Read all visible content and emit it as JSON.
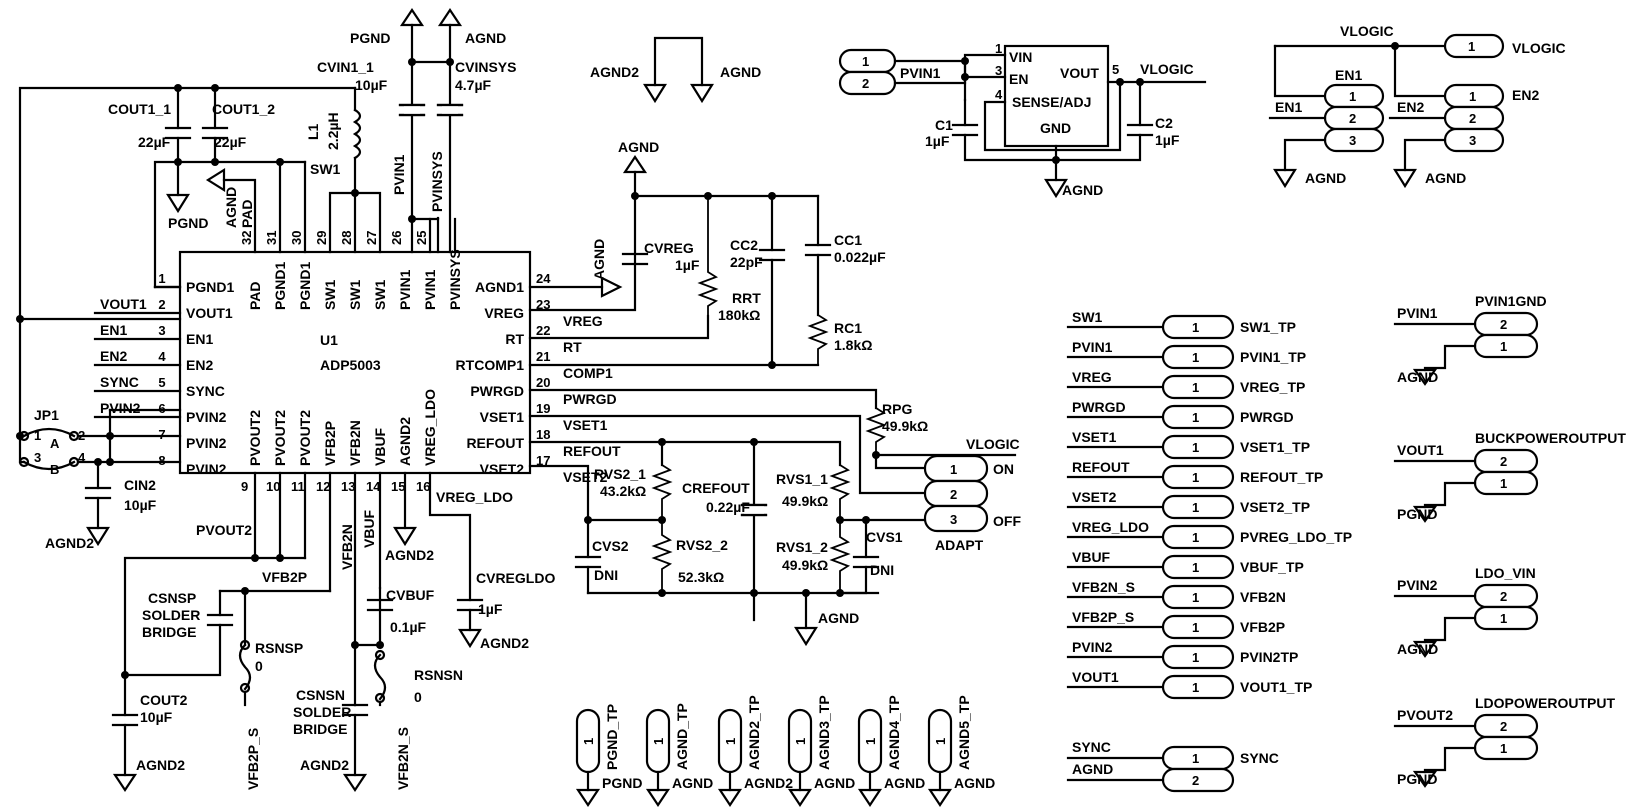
{
  "chip": {
    "ref": "U1",
    "part": "ADP5003",
    "left_pins": [
      {
        "num": "1",
        "name": "PGND1"
      },
      {
        "num": "2",
        "name": "VOUT1"
      },
      {
        "num": "3",
        "name": "EN1"
      },
      {
        "num": "4",
        "name": "EN2"
      },
      {
        "num": "5",
        "name": "SYNC"
      },
      {
        "num": "6",
        "name": "PVIN2"
      },
      {
        "num": "7",
        "name": "PVIN2"
      },
      {
        "num": "8",
        "name": "PVIN2"
      }
    ],
    "right_pins": [
      {
        "num": "24",
        "name": "AGND1",
        "net": ""
      },
      {
        "num": "23",
        "name": "VREG",
        "net": "VREG"
      },
      {
        "num": "22",
        "name": "RT",
        "net": "RT"
      },
      {
        "num": "21",
        "name": "RTCOMP1",
        "net": "COMP1"
      },
      {
        "num": "20",
        "name": "PWRGD",
        "net": "PWRGD"
      },
      {
        "num": "19",
        "name": "VSET1",
        "net": "VSET1"
      },
      {
        "num": "18",
        "name": "REFOUT",
        "net": "REFOUT"
      },
      {
        "num": "17",
        "name": "VSET2",
        "net": "VSET2"
      }
    ],
    "top_pins": [
      {
        "num": "32",
        "name": "PAD"
      },
      {
        "num": "31",
        "name": "PGND1"
      },
      {
        "num": "30",
        "name": "PGND1"
      },
      {
        "num": "29",
        "name": "SW1"
      },
      {
        "num": "28",
        "name": "SW1"
      },
      {
        "num": "27",
        "name": "SW1"
      },
      {
        "num": "26",
        "name": "PVIN1"
      },
      {
        "num": "25",
        "name": "PVIN1"
      },
      {
        "num": "",
        "name": "PVINSYS"
      }
    ],
    "bottom_pins": [
      {
        "num": "9",
        "name": "PVOUT2"
      },
      {
        "num": "10",
        "name": "PVOUT2"
      },
      {
        "num": "11",
        "name": "PVOUT2"
      },
      {
        "num": "12",
        "name": "VFB2P"
      },
      {
        "num": "13",
        "name": "VFB2N"
      },
      {
        "num": "14",
        "name": "VBUF"
      },
      {
        "num": "15",
        "name": "AGND2"
      },
      {
        "num": "16",
        "name": "VREG_LDO"
      }
    ]
  },
  "left_nets": [
    "VOUT1",
    "EN1",
    "EN2",
    "SYNC",
    "PVIN2"
  ],
  "components": {
    "cout1_1": {
      "ref": "COUT1_1",
      "value": "22µF"
    },
    "cout1_2": {
      "ref": "COUT1_2",
      "value": "22µF"
    },
    "l1": {
      "ref": "L1",
      "value": "2.2µH"
    },
    "cvin1_1": {
      "ref": "CVIN1_1",
      "value": "10µF"
    },
    "cvinsys": {
      "ref": "CVINSYS",
      "value": "4.7µF"
    },
    "cvreg": {
      "ref": "CVREG",
      "value": "1µF"
    },
    "rrt": {
      "ref": "RRT",
      "value": "180kΩ"
    },
    "cc2": {
      "ref": "CC2",
      "value": "22pF"
    },
    "cc1": {
      "ref": "CC1",
      "value": "0.022µF"
    },
    "rc1": {
      "ref": "RC1",
      "value": "1.8kΩ"
    },
    "rpg": {
      "ref": "RPG",
      "value": "49.9kΩ"
    },
    "rvs2_1": {
      "ref": "RVS2_1",
      "value": "43.2kΩ"
    },
    "rvs2_2": {
      "ref": "RVS2_2",
      "value": "52.3kΩ"
    },
    "crefout": {
      "ref": "CREFOUT",
      "value": "0.22µF"
    },
    "rvs1_1": {
      "ref": "RVS1_1",
      "value": "49.9kΩ"
    },
    "rvs1_2": {
      "ref": "RVS1_2",
      "value": "49.9kΩ"
    },
    "cvs2": {
      "ref": "CVS2",
      "value": "DNI"
    },
    "cvs1": {
      "ref": "CVS1",
      "value": "DNI"
    },
    "cin2": {
      "ref": "CIN2",
      "value": "10µF"
    },
    "cout2": {
      "ref": "COUT2",
      "value": "10µF"
    },
    "cvbuf": {
      "ref": "CVBUF",
      "value": "0.1µF"
    },
    "cvregldo": {
      "ref": "CVREGLDO",
      "value": "1µF"
    },
    "csnsp": {
      "ref": "CSNSP",
      "l2": "SOLDER",
      "l3": "BRIDGE"
    },
    "csnsn": {
      "ref": "CSNSN",
      "l2": "SOLDER",
      "l3": "BRIDGE"
    },
    "rsnsp": {
      "ref": "RSNSP",
      "value": "0"
    },
    "rsnsn": {
      "ref": "RSNSN",
      "value": "0"
    },
    "c1": {
      "ref": "C1",
      "value": "1µF"
    },
    "c2": {
      "ref": "C2",
      "value": "1µF"
    }
  },
  "nets": {
    "pgnd": "PGND",
    "agnd": "AGND",
    "agnd2": "AGND2",
    "sw1": "SW1",
    "pvin1": "PVIN1",
    "pvinsys": "PVINSYS",
    "agnd_pad": "AGND",
    "pad": "PAD",
    "pvout2": "PVOUT2",
    "vfb2p": "VFB2P",
    "vfb2n": "VFB2N",
    "vbuf": "VBUF",
    "vreg_ldo": "VREG_LDO",
    "vfb2p_s": "VFB2P_S",
    "vfb2n_s": "VFB2N_S",
    "vlogic": "VLOGIC"
  },
  "jp1": {
    "ref": "JP1",
    "a": "A",
    "b": "B",
    "p1": "1",
    "p2": "2",
    "p3": "3",
    "p4": "4"
  },
  "adapt": {
    "ref": "ADAPT",
    "on": "ON",
    "off": "OFF",
    "pins": [
      "1",
      "2",
      "3"
    ]
  },
  "ldo": {
    "vin": "VIN",
    "en": "EN",
    "sense": "SENSE/ADJ",
    "gnd": "GND",
    "vout": "VOUT",
    "pin1": "1",
    "pin3": "3",
    "pin4": "4",
    "pin5": "5",
    "conn_pins": [
      "1",
      "2"
    ]
  },
  "en_headers": [
    {
      "ref": "EN1",
      "net": "EN1",
      "pins": [
        "1",
        "2",
        "3"
      ]
    },
    {
      "ref": "EN2",
      "net": "EN2",
      "pins": [
        "1",
        "2",
        "3"
      ]
    }
  ],
  "vlogic_tp": {
    "pin": "1",
    "label": "VLOGIC"
  },
  "test_points": [
    {
      "net": "SW1",
      "pin": "1",
      "label": "SW1_TP"
    },
    {
      "net": "PVIN1",
      "pin": "1",
      "label": "PVIN1_TP"
    },
    {
      "net": "VREG",
      "pin": "1",
      "label": "VREG_TP"
    },
    {
      "net": "PWRGD",
      "pin": "1",
      "label": "PWRGD"
    },
    {
      "net": "VSET1",
      "pin": "1",
      "label": "VSET1_TP"
    },
    {
      "net": "REFOUT",
      "pin": "1",
      "label": "REFOUT_TP"
    },
    {
      "net": "VSET2",
      "pin": "1",
      "label": "VSET2_TP"
    },
    {
      "net": "VREG_LDO",
      "pin": "1",
      "label": "PVREG_LDO_TP"
    },
    {
      "net": "VBUF",
      "pin": "1",
      "label": "VBUF_TP"
    },
    {
      "net": "VFB2N_S",
      "pin": "1",
      "label": "VFB2N"
    },
    {
      "net": "VFB2P_S",
      "pin": "1",
      "label": "VFB2P"
    },
    {
      "net": "PVIN2",
      "pin": "1",
      "label": "PVIN2TP"
    },
    {
      "net": "VOUT1",
      "pin": "1",
      "label": "VOUT1_TP"
    }
  ],
  "sync_header": {
    "net1": "SYNC",
    "net2": "AGND",
    "pin1": "1",
    "pin2": "2",
    "label": "SYNC"
  },
  "gnd_test_points": [
    {
      "name": "PGND_TP",
      "pin": "1",
      "gnd": "PGND"
    },
    {
      "name": "AGND_TP",
      "pin": "1",
      "gnd": "AGND"
    },
    {
      "name": "AGND2_TP",
      "pin": "1",
      "gnd": "AGND2"
    },
    {
      "name": "AGND3_TP",
      "pin": "1",
      "gnd": "AGND"
    },
    {
      "name": "AGND4_TP",
      "pin": "1",
      "gnd": "AGND"
    },
    {
      "name": "AGND5_TP",
      "pin": "1",
      "gnd": "AGND"
    }
  ],
  "power_headers": [
    {
      "name": "PVIN1GND",
      "net": "PVIN1",
      "gnd": "AGND",
      "pins": [
        "2",
        "1"
      ]
    },
    {
      "name": "BUCKPOWEROUTPUT",
      "net": "VOUT1",
      "gnd": "PGND",
      "pins": [
        "2",
        "1"
      ]
    },
    {
      "name": "LDO_VIN",
      "net": "PVIN2",
      "gnd": "AGND",
      "pins": [
        "2",
        "1"
      ]
    },
    {
      "name": "LDOPOWEROUTPUT",
      "net": "PVOUT2",
      "gnd": "PGND",
      "pins": [
        "2",
        "1"
      ]
    }
  ]
}
